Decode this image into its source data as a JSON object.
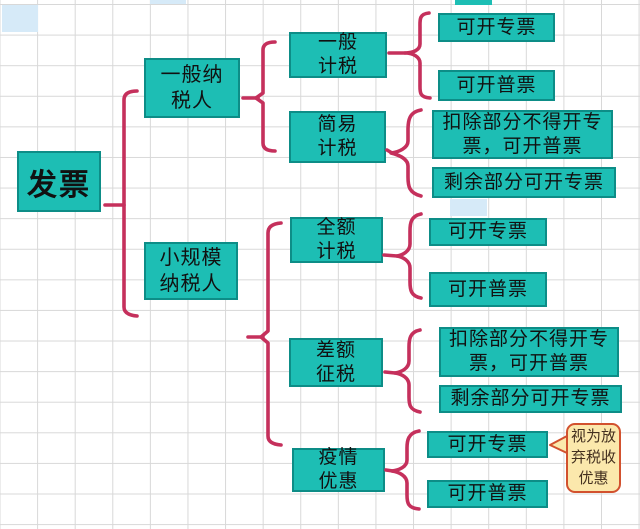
{
  "diagram": {
    "nodes": {
      "root": {
        "text": "发票"
      },
      "general_taxpayer": {
        "text": "一般纳\n税人"
      },
      "small_scale_taxpayer": {
        "text": "小规模\n纳税人"
      },
      "general_method": {
        "text": "一般\n计税"
      },
      "simple_method": {
        "text": "简易\n计税"
      },
      "full_amount": {
        "text": "全额\n计税"
      },
      "differential": {
        "text": "差额\n征税"
      },
      "epidemic": {
        "text": "疫情\n优惠"
      },
      "g1_special": {
        "text": "可开专票"
      },
      "g1_ordinary": {
        "text": "可开普票"
      },
      "g2_deduct": {
        "text": "扣除部分不得开专\n票，可开普票"
      },
      "g2_remain": {
        "text": "剩余部分可开专票"
      },
      "s1_special": {
        "text": "可开专票"
      },
      "s1_ordinary": {
        "text": "可开普票"
      },
      "s2_deduct": {
        "text": "扣除部分不得开专\n票，可开普票"
      },
      "s2_remain": {
        "text": "剩余部分可开专票"
      },
      "s3_special": {
        "text": "可开专票"
      },
      "s3_ordinary": {
        "text": "可开普票"
      }
    },
    "callout": {
      "text": "视为放\n弃税收\n优惠"
    },
    "colors": {
      "node_fill": "#1dbeb4",
      "node_border": "#0d8d87",
      "brace": "#c5305c",
      "callout_fill": "#fbe8ac",
      "callout_border": "#d2512e",
      "grid_line": "#d8d8d8",
      "highlight_cell": "#d6eaf8",
      "text": "#111111"
    }
  }
}
